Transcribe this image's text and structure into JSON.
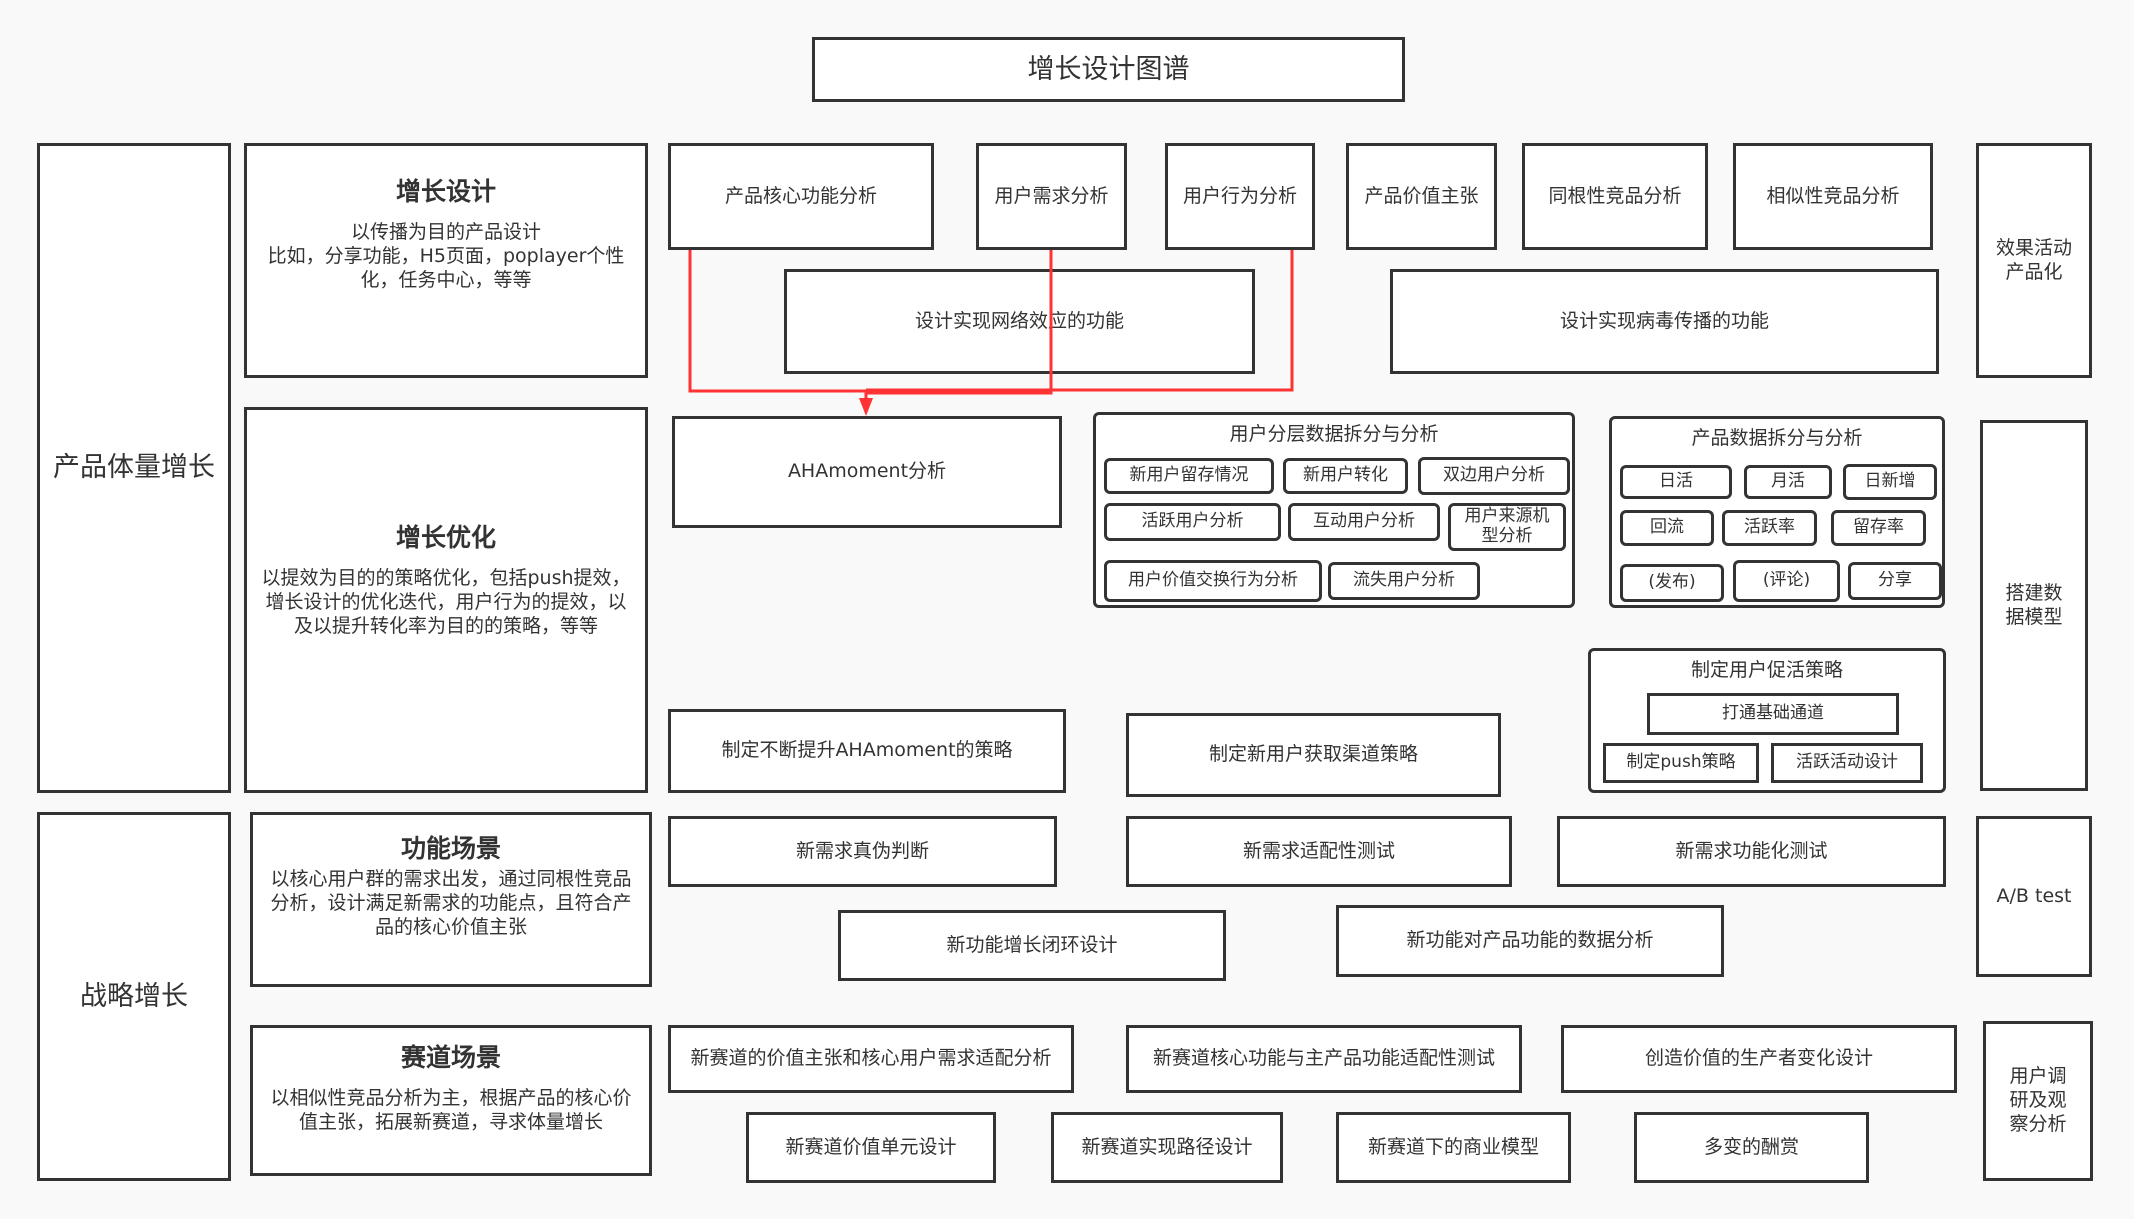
{
  "title": "增长设计图谱",
  "categories": {
    "product_volume_growth": "产品体量增长",
    "strategic_growth": "战略增长"
  },
  "cards": {
    "growth_design": {
      "heading": "增长设计",
      "desc": "以传播为目的产品设计\n比如，分享功能，H5页面，poplayer个性化，任务中心，等等"
    },
    "growth_optimization": {
      "heading": "增长优化",
      "desc": "以提效为目的的策略优化，包括push提效，增长设计的优化迭代，用户行为的提效，以及以提升转化率为目的的策略，等等"
    },
    "feature_scenario": {
      "heading": "功能场景",
      "desc": "以核心用户群的需求出发，通过同根性竞品分析，设计满足新需求的功能点，且符合产品的核心价值主张"
    },
    "track_scenario": {
      "heading": "赛道场景",
      "desc": "以相似性竞品分析为主，根据产品的核心价值主张，拓展新赛道，寻求体量增长"
    }
  },
  "top_row": [
    "产品核心功能分析",
    "用户需求分析",
    "用户行为分析",
    "产品价值主张",
    "同根性竞品分析",
    "相似性竞品分析"
  ],
  "design_boxes": {
    "network_effect": "设计实现网络效应的功能",
    "viral_spread": "设计实现病毒传播的功能",
    "aha_moment": "AHAmoment分析",
    "aha_strategy": "制定不断提升AHAmoment的策略",
    "acquisition_strategy": "制定新用户获取渠道策略"
  },
  "user_layer_analysis": {
    "title": "用户分层数据拆分与分析",
    "items": [
      "新用户留存情况",
      "新用户转化",
      "双边用户分析",
      "活跃用户分析",
      "互动用户分析",
      "用户来源机型分析",
      "用户价值交换行为分析",
      "流失用户分析"
    ]
  },
  "product_data_analysis": {
    "title": "产品数据拆分与分析",
    "items": [
      "日活",
      "月活",
      "日新增",
      "回流",
      "活跃率",
      "留存率",
      "(发布)",
      "(评论)",
      "分享"
    ]
  },
  "activation_strategy": {
    "title": "制定用户促活策略",
    "items": [
      "打通基础通道",
      "制定push策略",
      "活跃活动设计"
    ]
  },
  "feature_row": [
    "新需求真伪判断",
    "新需求适配性测试",
    "新需求功能化测试",
    "新功能增长闭环设计",
    "新功能对产品功能的数据分析"
  ],
  "track_row": [
    "新赛道的价值主张和核心用户需求适配分析",
    "新赛道核心功能与主产品功能适配性测试",
    "创造价值的生产者变化设计",
    "新赛道价值单元设计",
    "新赛道实现路径设计",
    "新赛道下的商业模型",
    "多变的酬赏"
  ],
  "right_column": {
    "campaign_productization": "效果活动产品化",
    "data_model": "搭建数据模型",
    "ab_test": "A/B test",
    "user_research": "用户调研及观察分析"
  },
  "colors": {
    "border": "#333333",
    "background": "#f9f9f9",
    "box_fill": "#ffffff",
    "arrow": "#ff3333"
  }
}
